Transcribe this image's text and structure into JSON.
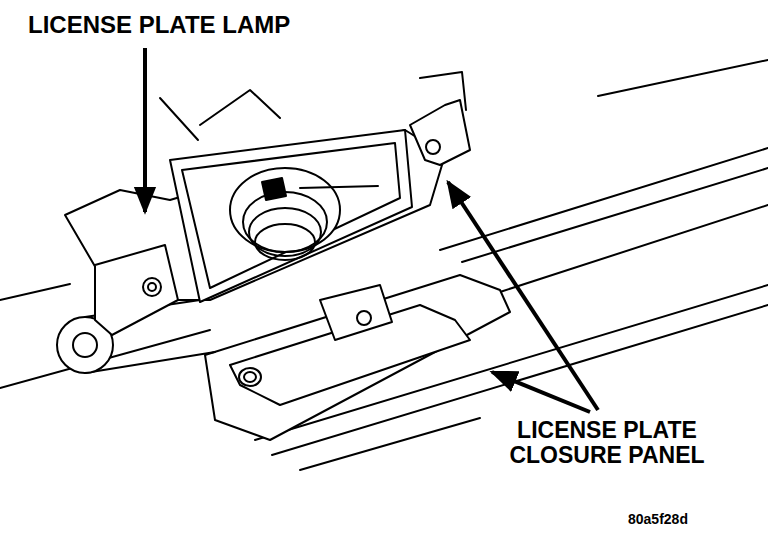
{
  "diagram": {
    "labels": [
      "LICENSE PLATE LAMP",
      "LICENSE PLATE CLOSURE PANEL",
      "80a5f28d"
    ]
  }
}
